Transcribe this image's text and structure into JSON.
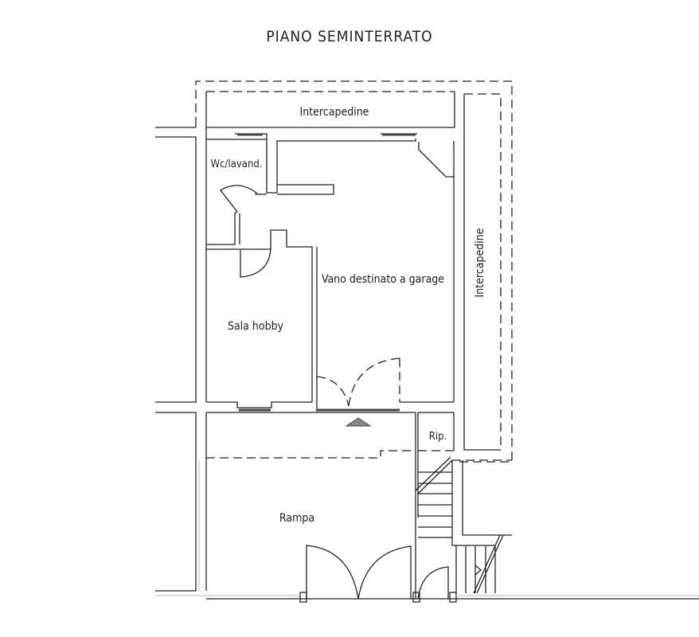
{
  "title": "PIANO SEMINTERRATO",
  "rooms": {
    "intercapedine_top": "Intercapedine",
    "intercapedine_right": "Intercapedine",
    "wc": "Wc/lavand.",
    "garage": "Vano destinato a garage",
    "hobby": "Sala hobby",
    "rip": "Rip.",
    "rampa": "Rampa"
  }
}
